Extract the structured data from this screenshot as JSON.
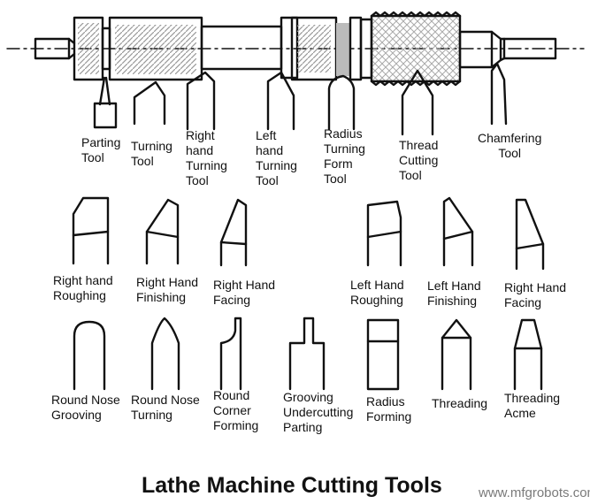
{
  "title": "Lathe Machine Cutting Tools",
  "watermark": "www.mfgrobots.com",
  "colors": {
    "line": "#111111",
    "hatch": "#888888",
    "background": "#ffffff"
  },
  "top_labels": [
    [
      "Parting",
      "Tool"
    ],
    [
      "Turning",
      "Tool"
    ],
    [
      "Right",
      "hand",
      "Turning",
      "Tool"
    ],
    [
      "Left",
      "hand",
      "Turning",
      "Tool"
    ],
    [
      "Radius",
      "Turning",
      "Form",
      "Tool"
    ],
    [
      "Thread",
      "Cutting",
      "Tool"
    ],
    [
      "Chamfering",
      "Tool"
    ]
  ],
  "middle_labels": [
    [
      "Right hand",
      "Roughing"
    ],
    [
      "Right Hand",
      "Finishing"
    ],
    [
      "Right Hand",
      "Facing"
    ],
    [
      "Left Hand",
      "Roughing"
    ],
    [
      "Left Hand",
      "Finishing"
    ],
    [
      "Right Hand",
      "Facing"
    ]
  ],
  "bottom_labels": [
    [
      "Round Nose",
      "Grooving"
    ],
    [
      "Round Nose",
      "Turning"
    ],
    [
      "Round",
      "Corner",
      "Forming"
    ],
    [
      "Grooving",
      "Undercutting",
      "Parting"
    ],
    [
      "Radius",
      "Forming"
    ],
    [
      "Threading"
    ],
    [
      "Threading",
      "Acme"
    ]
  ]
}
